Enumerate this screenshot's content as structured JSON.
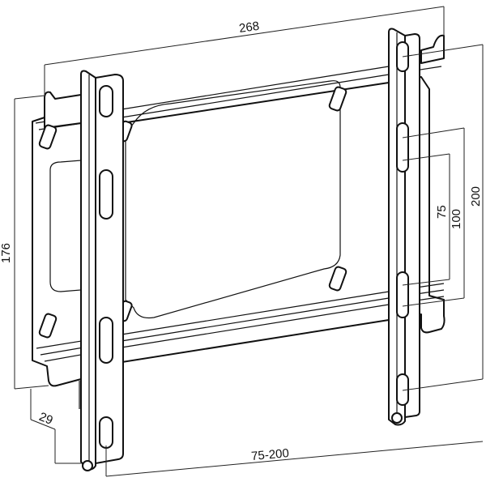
{
  "diagram": {
    "subject": "TV wall mount bracket",
    "colors": {
      "line": "#111111",
      "background": "#ffffff"
    },
    "dimensions": {
      "overall_width": "268",
      "overall_height": "176",
      "vesa_vertical_small": "75",
      "vesa_vertical_mid": "100",
      "vesa_vertical_large": "200",
      "wall_depth": "29",
      "vesa_horizontal_range": "75-200"
    }
  }
}
